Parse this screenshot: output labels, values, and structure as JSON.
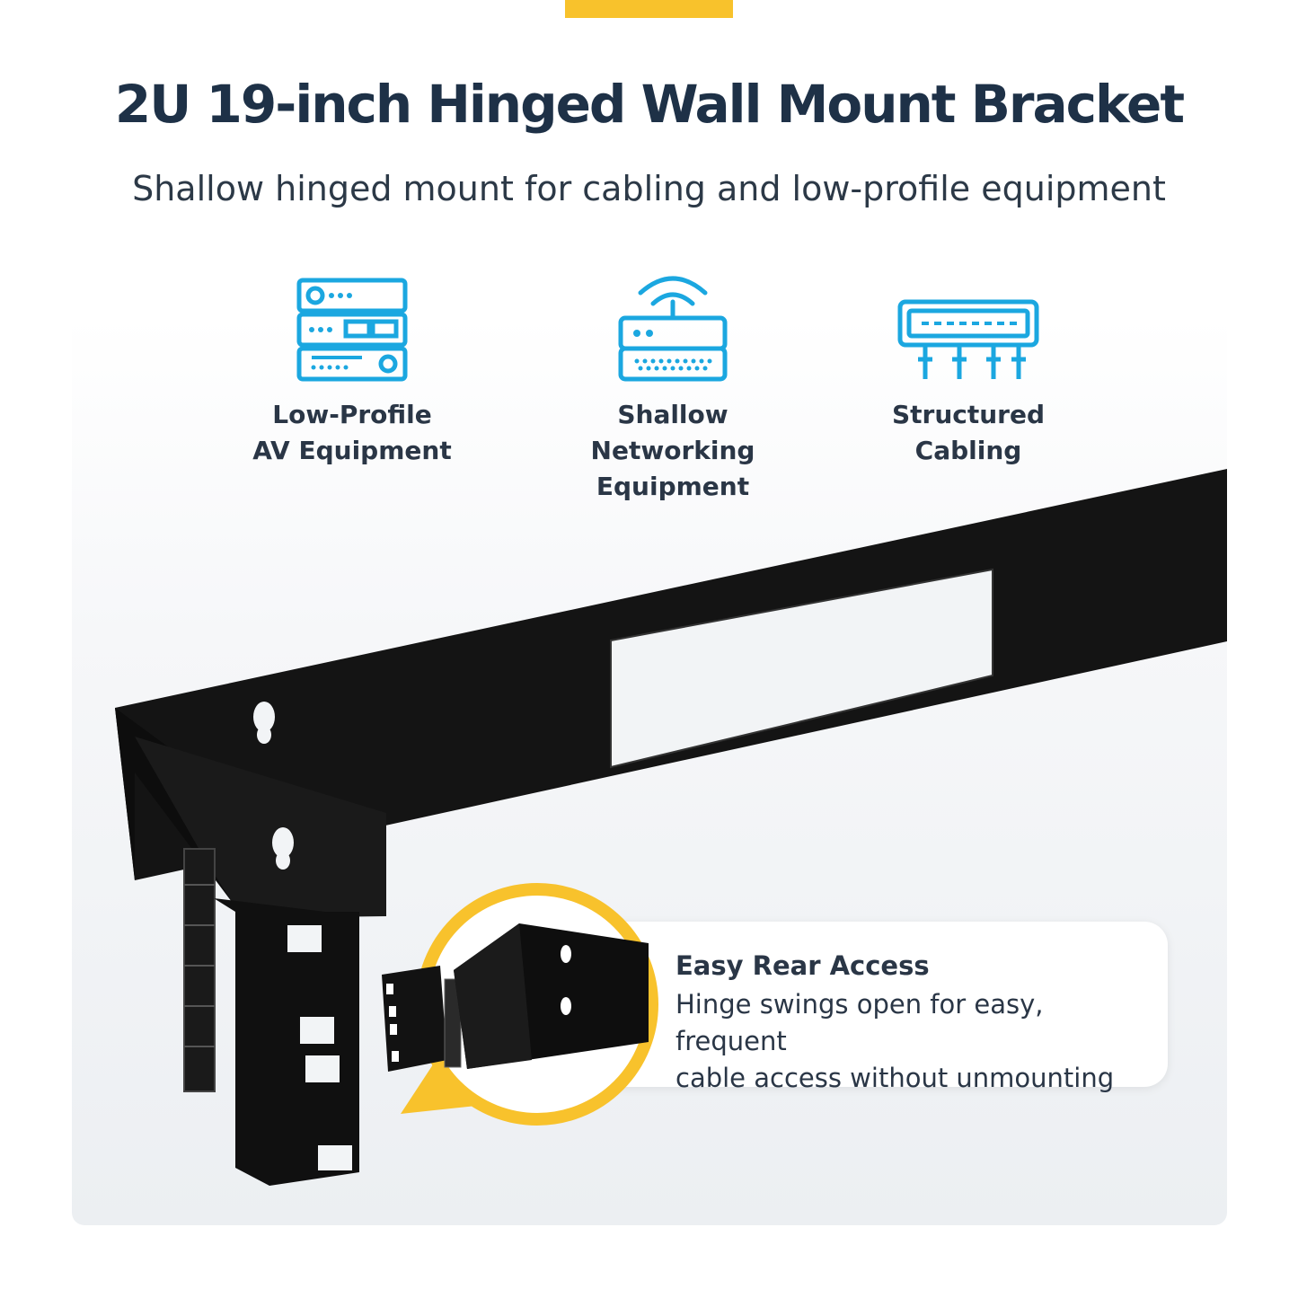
{
  "header": {
    "title": "2U 19-inch Hinged Wall Mount Bracket",
    "subtitle": "Shallow hinged mount for cabling and low-profile equipment"
  },
  "features": [
    {
      "icon": "av-equipment-rack-icon",
      "label": "Low-Profile\nAV Equipment"
    },
    {
      "icon": "network-router-icon",
      "label": "Shallow Networking\nEquipment"
    },
    {
      "icon": "patch-panel-cabling-icon",
      "label": "Structured\nCabling"
    }
  ],
  "callout": {
    "title": "Easy Rear Access",
    "body": "Hinge swings open for easy, frequent\ncable access without unmounting"
  },
  "colors": {
    "accent": "#f8c22c",
    "icon": "#1ba7e0",
    "title_text": "#1e3147",
    "body_text": "#2a3646"
  }
}
